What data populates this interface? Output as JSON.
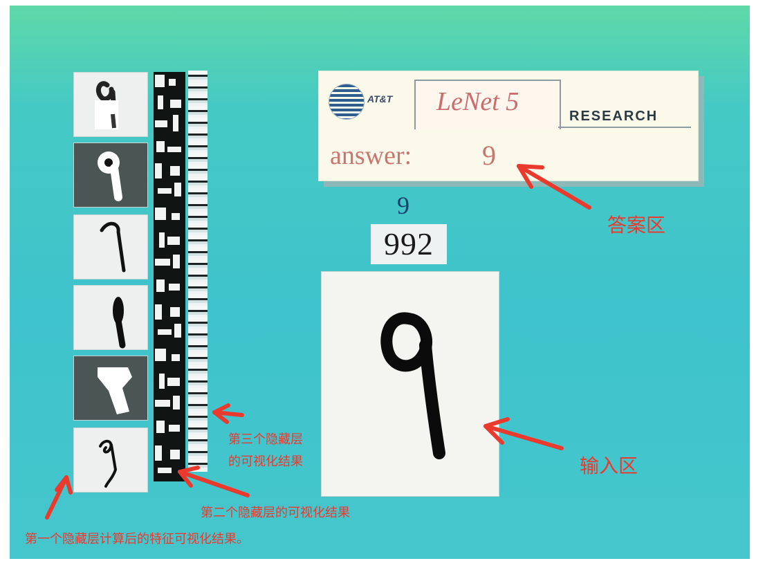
{
  "header": {
    "logo_text": "AT&T",
    "title": "LeNet 5",
    "research": "RESEARCH",
    "answer_label": "answer:",
    "answer_value": "9"
  },
  "output": {
    "predicted_digit": "9",
    "candidates": "992"
  },
  "input": {
    "digit_glyph": "9"
  },
  "annotations": {
    "answer_area": "答案区",
    "input_area": "输入区",
    "layer3": "第三个隐藏层\n的可视化结果",
    "layer3_line1": "第三个隐藏层",
    "layer3_line2": "的可视化结果",
    "layer2": "第二个隐藏层的可视化结果",
    "layer1": "第一个隐藏层计算后的特征可视化结果。"
  },
  "colors": {
    "annotation": "#ea3a2e",
    "title": "#c86c6e",
    "answer": "#c77670",
    "screen_bg": "#3fc3cc"
  }
}
